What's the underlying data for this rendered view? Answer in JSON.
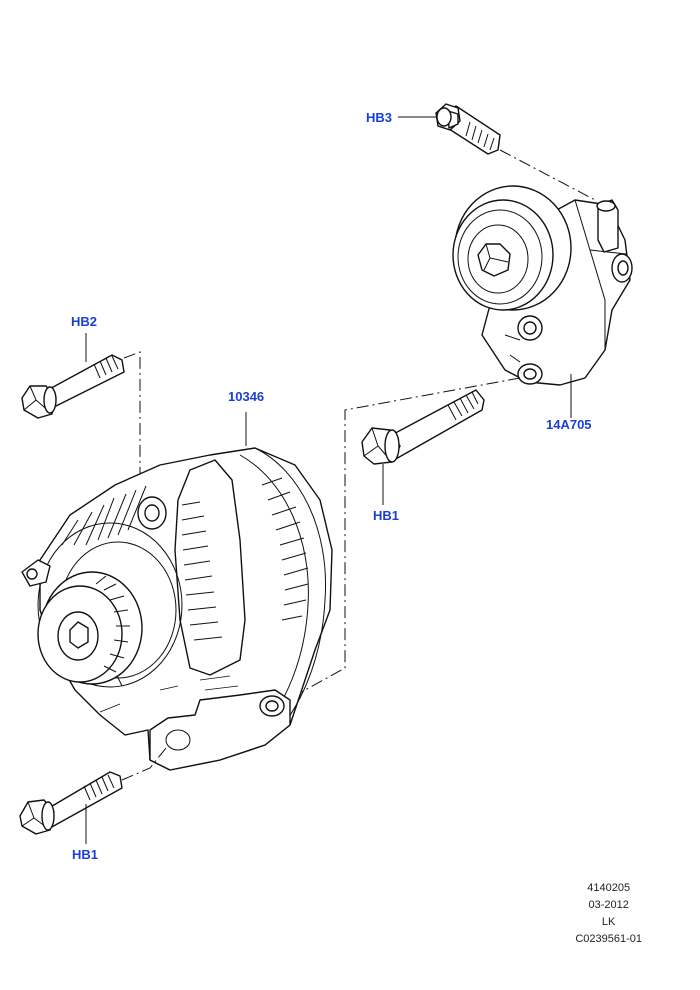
{
  "callouts": {
    "hb3": "HB3",
    "hb2": "HB2",
    "alternator": "10346",
    "tensioner": "14A705",
    "hb1_right": "HB1",
    "hb1_left": "HB1"
  },
  "footer": {
    "code": "4140205",
    "date": "03-2012",
    "initials": "LK",
    "ref": "C0239561-01"
  },
  "colors": {
    "callout": "#1a3fd6",
    "line": "#111111"
  }
}
